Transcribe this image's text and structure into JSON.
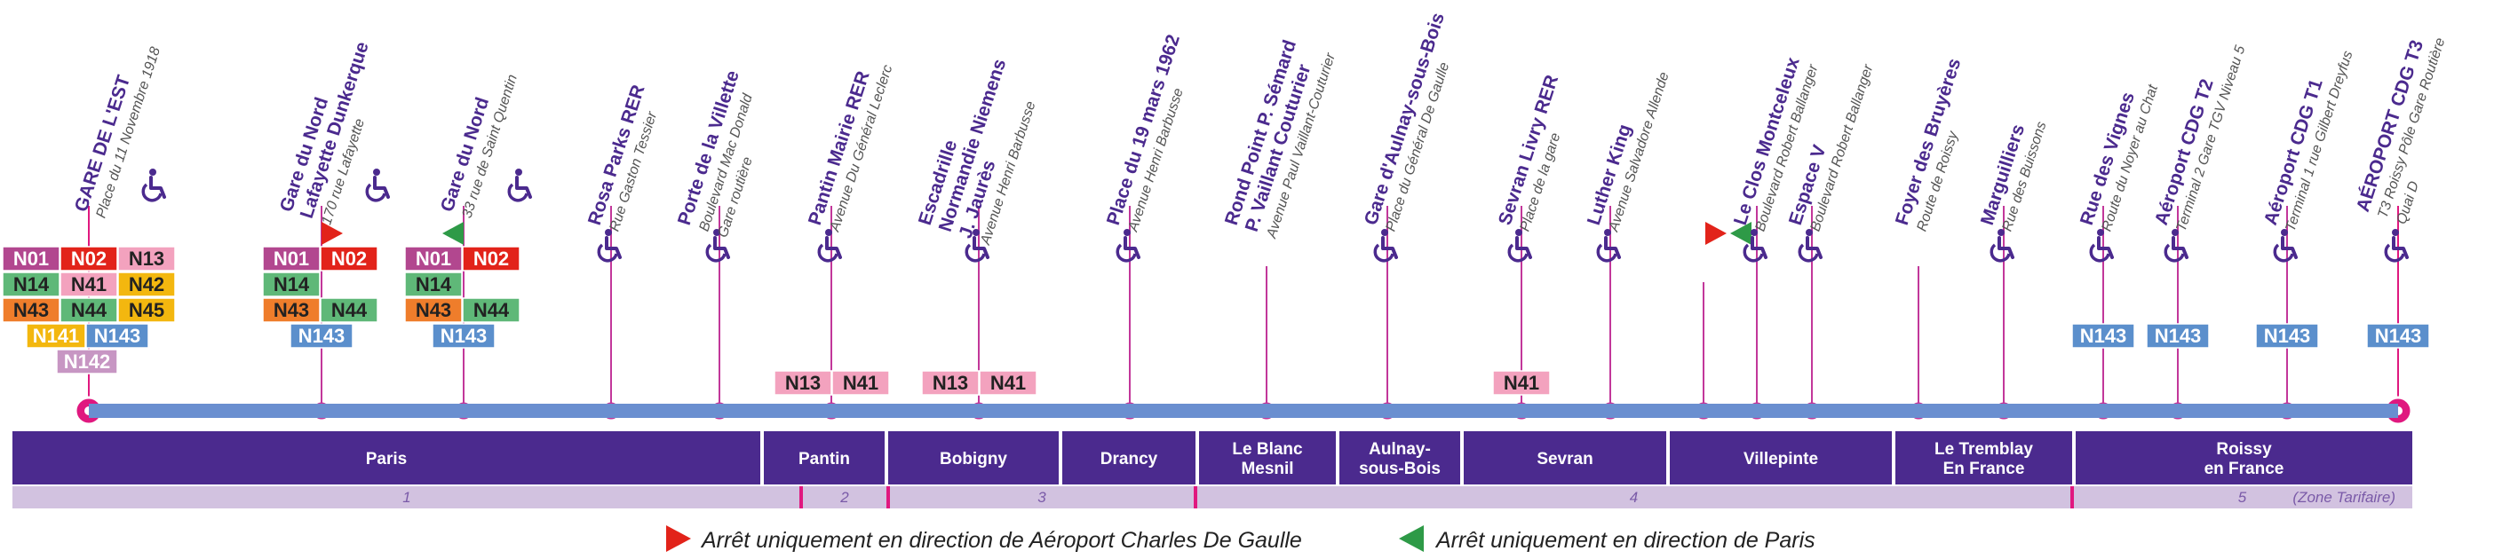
{
  "colors": {
    "purple": "#4b2a8e",
    "magenta": "#e0187f",
    "line": "#6a8fd0",
    "zone_light": "#d2c2e0",
    "pink_light": "#f3a2be",
    "red_flag": "#e2231a",
    "green_flag": "#2e9a47"
  },
  "line_colors": {
    "N01": "#b2478f",
    "N02": "#e2231a",
    "N13": "#f3a2be",
    "N14": "#5fb878",
    "N41": "#f3a2be",
    "N42": "#f3b70f",
    "N43": "#ef7d2b",
    "N44": "#5fb878",
    "N45": "#f3b70f",
    "N141": "#f3b70f",
    "N142": "#c796c3",
    "N143": "#5b8fcc"
  },
  "line_text_colors": {
    "N01": "#ffffff",
    "N02": "#ffffff",
    "N13": "#222222",
    "N14": "#222222",
    "N41": "#222222",
    "N42": "#222222",
    "N43": "#222222",
    "N44": "#222222",
    "N45": "#222222",
    "N141": "#ffffff",
    "N142": "#ffffff",
    "N143": "#ffffff"
  },
  "stops": [
    {
      "name": [
        "GARE DE L'EST"
      ],
      "sub": [
        "Place du 11 Novembre 1918"
      ],
      "terminus": true,
      "accessible": true,
      "lines": [
        "N01",
        "N02",
        "N13",
        "N14",
        "N41",
        "N42",
        "N43",
        "N44",
        "N45",
        "N141",
        "N143",
        "N142"
      ]
    },
    {
      "name": [
        "Gare du Nord",
        "Lafayette Dunkerque"
      ],
      "sub": [
        "170 rue Lafayette"
      ],
      "accessible": true,
      "flag": "red",
      "lines": [
        "N01",
        "N02",
        "N14",
        "N43",
        "N44",
        "N143"
      ]
    },
    {
      "name": [
        "Gare du Nord"
      ],
      "sub": [
        "33 rue de Saint Quentin"
      ],
      "accessible": true,
      "flag": "green",
      "lines": [
        "N01",
        "N02",
        "N14",
        "N43",
        "N44",
        "N143"
      ]
    },
    {
      "name": [
        "Rosa Parks RER"
      ],
      "sub": [
        "Rue Gaston Tessier"
      ],
      "accessible": true,
      "lines": []
    },
    {
      "name": [
        "Porte de la Villette"
      ],
      "sub": [
        "Boulevard Mac Donald",
        "Gare routière"
      ],
      "accessible": true,
      "lines": []
    },
    {
      "name": [
        "Pantin Mairie RER"
      ],
      "sub": [
        "Avenue Du Général Leclerc"
      ],
      "accessible": true,
      "lines": [
        "N13",
        "N41"
      ]
    },
    {
      "name": [
        "Escadrille",
        "Normandie Niemens",
        "J. Jaurès"
      ],
      "sub": [
        "Avenue Henri Barbusse"
      ],
      "accessible": true,
      "lines": [
        "N13",
        "N41"
      ]
    },
    {
      "name": [
        "Place du 19 mars 1962"
      ],
      "sub": [
        "Avenue Henri Barbusse"
      ],
      "accessible": true,
      "lines": []
    },
    {
      "name": [
        "Rond Point P. Sémard",
        "P. Vaillant Couturier"
      ],
      "sub": [
        "Avenue Paul Vaillant-Couturier"
      ],
      "accessible": false,
      "lines": []
    },
    {
      "name": [
        "Gare d'Aulnay-sous-Bois"
      ],
      "sub": [
        "Place du Général De Gaulle"
      ],
      "accessible": true,
      "lines": []
    },
    {
      "name": [
        "Sevran Livry RER"
      ],
      "sub": [
        "Place de la gare"
      ],
      "accessible": true,
      "lines": [
        "N41"
      ]
    },
    {
      "name": [
        "Luther King"
      ],
      "sub": [
        "Avenue Salvadore Allende"
      ],
      "accessible": true,
      "lines": []
    },
    {
      "name": [],
      "sub": [],
      "accessible": false,
      "flag": "both",
      "lines": []
    },
    {
      "name": [
        "Le Clos Montceleux"
      ],
      "sub": [
        "Boulevard Robert Ballanger"
      ],
      "accessible": true,
      "lines": []
    },
    {
      "name": [
        "Espace V"
      ],
      "sub": [
        "Boulevard Robert Ballanger"
      ],
      "accessible": true,
      "lines": []
    },
    {
      "name": [
        "Foyer des Bruyères"
      ],
      "sub": [
        "Route de Roissy"
      ],
      "accessible": false,
      "lines": []
    },
    {
      "name": [
        "Marguilliers"
      ],
      "sub": [
        "Rue des Buissons"
      ],
      "accessible": true,
      "lines": []
    },
    {
      "name": [
        "Rue des Vignes"
      ],
      "sub": [
        "Route du Noyer au Chat"
      ],
      "accessible": true,
      "lines": [
        "N143"
      ]
    },
    {
      "name": [
        "Aéroport CDG T2"
      ],
      "sub": [
        "Terminal 2 Gare TGV Niveau 5"
      ],
      "accessible": true,
      "lines": [
        "N143"
      ]
    },
    {
      "name": [
        "Aéroport CDG T1"
      ],
      "sub": [
        "Terminal 1 rue Gilbert Dreyfus"
      ],
      "accessible": true,
      "lines": [
        "N143"
      ]
    },
    {
      "name": [
        "AÉROPORT CDG T3"
      ],
      "sub": [
        "T3 Roissy Pôle Gare Routière",
        "Quai D"
      ],
      "terminus": true,
      "accessible": true,
      "lines": [
        "N143"
      ]
    }
  ],
  "communes": [
    "Paris",
    "Pantin",
    "Bobigny",
    "Drancy",
    "Le Blanc Mesnil",
    "Aulnay-sous-Bois",
    "Sevran",
    "Villepinte",
    "Le Tremblay En France",
    "Roissy en France"
  ],
  "zones": [
    "1",
    "2",
    "3",
    "4",
    "5"
  ],
  "zone_note": "(Zone Tarifaire)",
  "legend": {
    "red_text": "Arrêt uniquement en direction de Aéroport Charles De Gaulle",
    "green_text": "Arrêt uniquement en direction de Paris"
  }
}
